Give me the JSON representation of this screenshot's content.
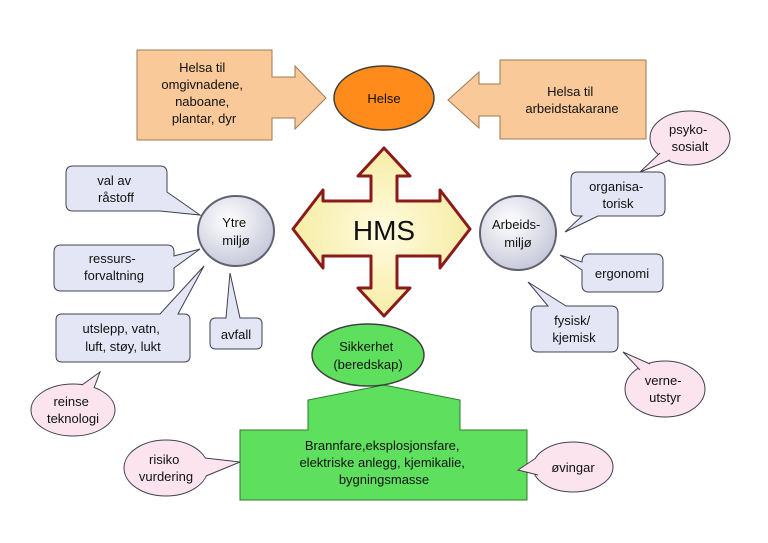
{
  "center": {
    "label": "HMS"
  },
  "helse": {
    "label": "Helse",
    "left_box": [
      "Helsa til",
      "omgivnadene,",
      "naboane,",
      "plantar, dyr"
    ],
    "right_box": [
      "Helsa til",
      "arbeidstakarane"
    ]
  },
  "ytre_miljo": {
    "label": [
      "Ytre",
      "miljø"
    ],
    "callouts": {
      "val_av_rastoff": [
        "val av",
        "råstoff"
      ],
      "ressursforvaltning": [
        "ressurs-",
        "forvaltning"
      ],
      "utslepp": [
        "utslepp, vatn,",
        "luft, støy, lukt"
      ],
      "avfall": [
        "avfall"
      ],
      "reinse_teknologi": [
        "reinse",
        "teknologi"
      ]
    }
  },
  "arbeidsmiljo": {
    "label": [
      "Arbeids-",
      "miljø"
    ],
    "callouts": {
      "psykososialt": [
        "psyko-",
        "sosialt"
      ],
      "organisatorisk": [
        "organisa-",
        "torisk"
      ],
      "ergonomi": [
        "ergonomi"
      ],
      "fysisk_kjemisk": [
        "fysisk/",
        "kjemisk"
      ],
      "verneutstyr": [
        "verne-",
        "utstyr"
      ]
    }
  },
  "sikkerhet": {
    "label": [
      "Sikkerhet",
      "(beredskap)"
    ],
    "box": [
      "Brannfare,eksplosjonsfare,",
      "elektriske anlegg, kjemikalie,",
      "bygningsmasse"
    ],
    "callouts": {
      "risikovurdering": [
        "risiko",
        "vurdering"
      ],
      "ovingar": [
        "øvingar"
      ]
    }
  },
  "colors": {
    "orange_box": "#f9c99a",
    "orange_ellipse": "#ff8c1a",
    "blue_fill": "#e4e6f6",
    "pink_fill": "#fbe4ee",
    "green_fill": "#5ee05e",
    "arrow_fill": "#fbf6bf",
    "arrow_stroke": "#8b1a1a"
  }
}
